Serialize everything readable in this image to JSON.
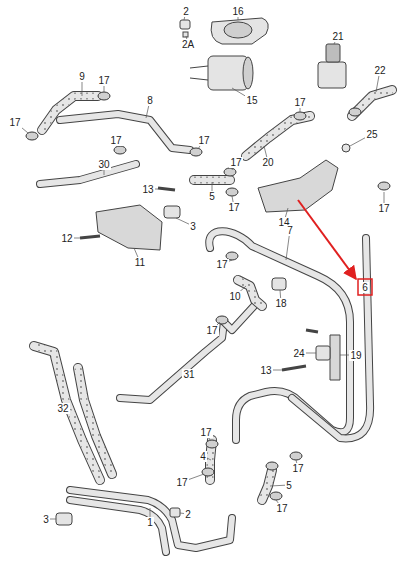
{
  "diagram": {
    "labels": [
      "2",
      "16",
      "2A",
      "15",
      "21",
      "22",
      "9",
      "17",
      "8",
      "17",
      "25",
      "17",
      "17",
      "17",
      "17",
      "20",
      "5",
      "17",
      "14",
      "17",
      "30",
      "13",
      "3",
      "12",
      "11",
      "7",
      "6",
      "17",
      "10",
      "18",
      "17",
      "19",
      "24",
      "13",
      "31",
      "32",
      "17",
      "4",
      "17",
      "17",
      "5",
      "17",
      "2",
      "3",
      "1"
    ]
  }
}
